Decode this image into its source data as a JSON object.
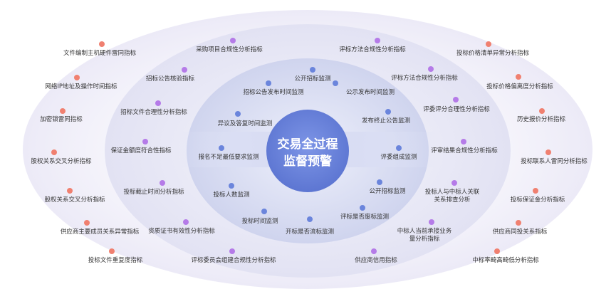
{
  "center": {
    "line1": "交易全过程",
    "line2": "监督预警"
  },
  "colors": {
    "outer": "#f08070",
    "middle": "#b57be8",
    "inner": "#6b85dc",
    "center": "#6c86dc"
  },
  "outer_ring": [
    {
      "label": "文件编制主机硬件雷同指标"
    },
    {
      "label": "网络IP地址及操作时间指标"
    },
    {
      "label": "加密锁雷同指标"
    },
    {
      "label": "股权关系交叉分析指标"
    },
    {
      "label": "股权关系交叉分析指标"
    },
    {
      "label": "供应商主要成员关系异常指标"
    },
    {
      "label": "投标文件重复度指标"
    },
    {
      "label": "投标价格清单异常分析指标"
    },
    {
      "label": "投标价格偏离度分析指标"
    },
    {
      "label": "历史报价分析指标"
    },
    {
      "label": "投标联系人雷同分析指标"
    },
    {
      "label": "投标保证金分析指标"
    },
    {
      "label": "供应商同投关系指标"
    },
    {
      "label": "中标率畸高畸低分析指标"
    }
  ],
  "middle_ring": [
    {
      "label": "采购项目合规性分析指标"
    },
    {
      "label": "招标公告核验指标"
    },
    {
      "label": "招标文件合理性分析指标"
    },
    {
      "label": "保证金额度符合性指标"
    },
    {
      "label": "投标截止时间分析指标"
    },
    {
      "label": "资质证书有效性分析指标"
    },
    {
      "label": "评标委员会组建合规性分析指标"
    },
    {
      "label": "供应商信用指标"
    },
    {
      "label": "评标方法合规性分析指标"
    },
    {
      "label": "评标方法合规性分析指标"
    },
    {
      "label": "评委评分合理性分析指标"
    },
    {
      "label": "评审结果合规性分析指标"
    },
    {
      "label": "投标人与中标人关联关系排查分析"
    },
    {
      "label": "中标人当前承接业务量分析指标"
    }
  ],
  "inner_ring": [
    {
      "label": "公开招标监测"
    },
    {
      "label": "招标公告发布时间监测"
    },
    {
      "label": "公示发布时间监测"
    },
    {
      "label": "异议及答复时间监测"
    },
    {
      "label": "发布终止公告监测"
    },
    {
      "label": "报名不足最低要求监测"
    },
    {
      "label": "评委组成监测"
    },
    {
      "label": "投标人数监测"
    },
    {
      "label": "公开招标监测"
    },
    {
      "label": "投标时间监测"
    },
    {
      "label": "评标是否废标监测"
    },
    {
      "label": "开标是否流标监测"
    }
  ]
}
